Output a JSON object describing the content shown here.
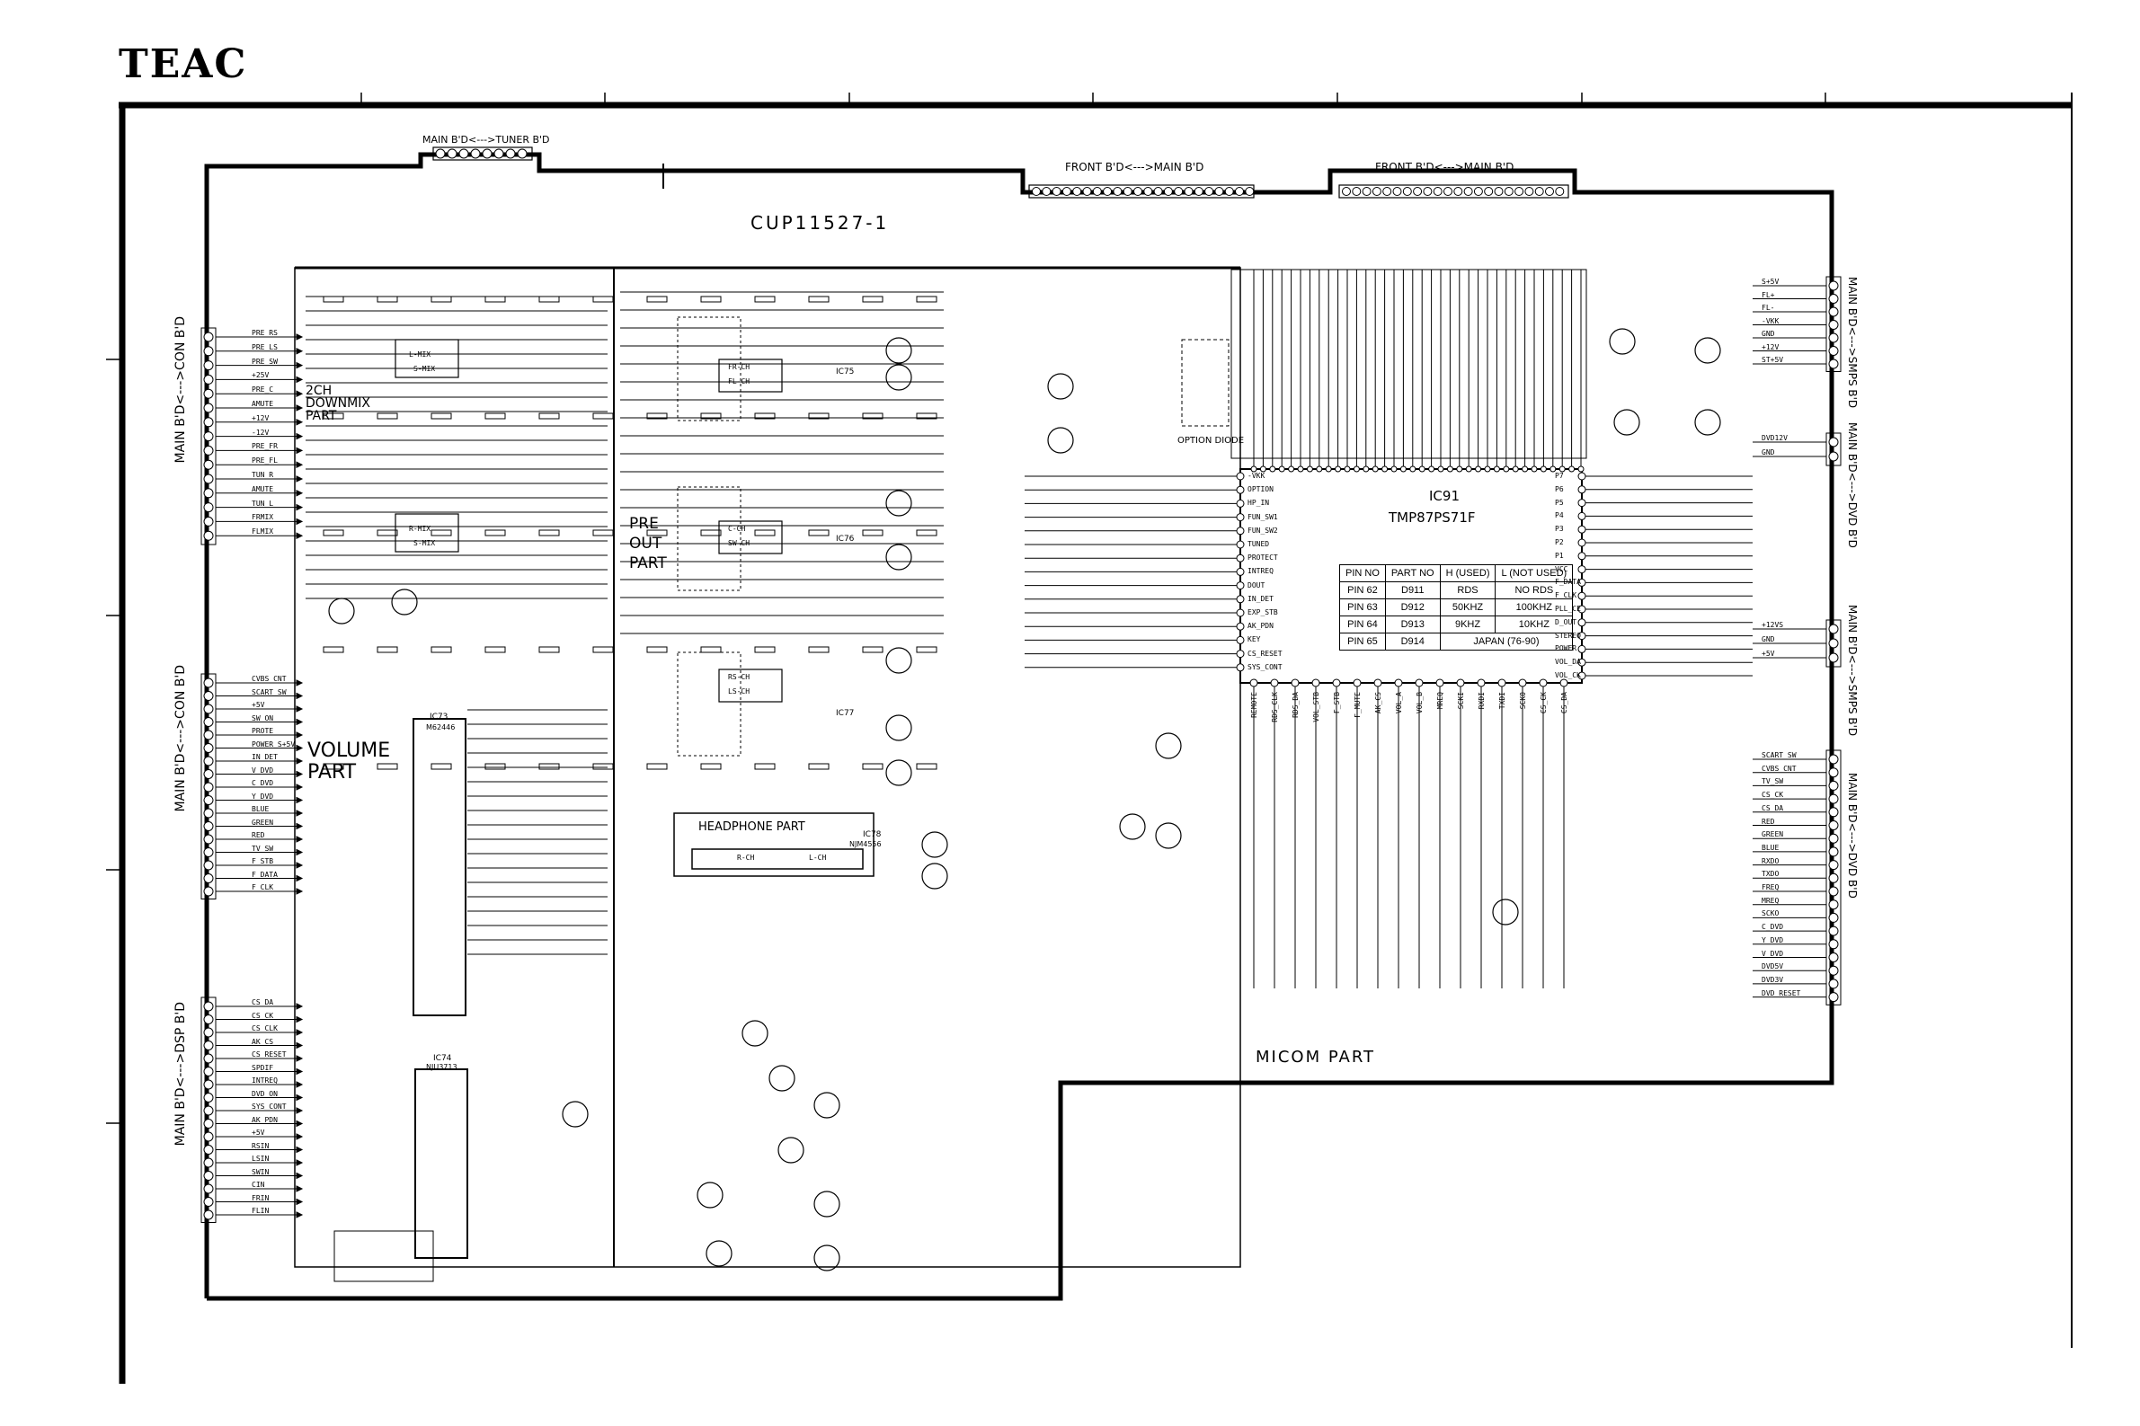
{
  "brand": "TEAC",
  "board_title": "CUP11527-1",
  "connectors": {
    "tuner": "MAIN B'D<--->TUNER B'D",
    "front1": "FRONT B'D<--->MAIN B'D",
    "front2": "FRONT B'D<--->MAIN B'D",
    "con1": "MAIN B'D<--->CON B'D",
    "con2": "MAIN B'D<--->CON B'D",
    "dsp": "MAIN B'D<--->DSP B'D",
    "smps1": "MAIN B'D<--->SMPS B'D",
    "dvd1": "MAIN B'D<--->DVD B'D",
    "smps2": "MAIN B'D<--->SMPS B'D",
    "dvd2": "MAIN B'D<--->DVD B'D"
  },
  "sections": {
    "downmix": "2CH DOWNMIX PART",
    "volume": "VOLUME PART",
    "preout": "PRE OUT PART",
    "headphone": "HEADPHONE PART",
    "micom": "MICOM PART",
    "option_diode": "OPTION DIODE"
  },
  "ics": {
    "ic91_ref": "IC91",
    "ic91_part": "TMP87PS71F",
    "ic73": "IC73",
    "ic74": "IC74",
    "ic74_part": "NJU3713",
    "ic78": "IC78",
    "ic78_part": "NJM4556",
    "ic75": "IC75",
    "ic76": "IC76",
    "ic77": "IC77"
  },
  "pin_table": {
    "headers": [
      "PIN NO",
      "PART NO",
      "H (USED)",
      "L (NOT USED)"
    ],
    "rows": [
      [
        "PIN 62",
        "D911",
        "RDS",
        "NO RDS"
      ],
      [
        "PIN 63",
        "D912",
        "50KHZ",
        "100KHZ"
      ],
      [
        "PIN 64",
        "D913",
        "9KHZ",
        "10KHZ"
      ],
      [
        "PIN 65",
        "D914",
        "JAPAN (76-90)",
        ""
      ]
    ]
  },
  "left_signals": {
    "con1": [
      "PRE_RS",
      "PRE_LS",
      "PRE_SW",
      "+25V",
      "PRE_C",
      "AMUTE",
      "+12V",
      "-12V",
      "PRE_FR",
      "PRE_FL",
      "TUN_R",
      "AMUTE",
      "TUN_L",
      "FRMIX",
      "FLMIX"
    ],
    "con2": [
      "CVBS_CNT",
      "SCART_SW",
      "+5V",
      "SW_ON",
      "PROTE",
      "POWER_S+5V",
      "IN_DET",
      "V_DVD",
      "C_DVD",
      "Y_DVD",
      "BLUE",
      "GREEN",
      "RED",
      "TV_SW",
      "F_STB",
      "F_DATA",
      "F_CLK"
    ],
    "dsp": [
      "CS_DA",
      "CS_CK",
      "CS_CLK",
      "AK_CS",
      "CS_RESET",
      "SPDIF",
      "INTREQ",
      "DVD_ON",
      "SYS_CONT",
      "AK_PDN",
      "+5V",
      "RSIN",
      "LSIN",
      "SWIN",
      "CIN",
      "FRIN",
      "FLIN"
    ]
  },
  "micom_pins_left": [
    "-VKK",
    "OPTION",
    "HP_IN",
    "FUN_SW1",
    "FUN_SW2",
    "TUNED",
    "PROTECT",
    "INTREQ",
    "DOUT",
    "IN_DET",
    "EXP_STB",
    "AK_PDN",
    "KEY",
    "CS_RESET",
    "SYS_CONT"
  ],
  "micom_pins_right": [
    "P7",
    "P6",
    "P5",
    "P4",
    "P3",
    "P2",
    "P1",
    "VCC",
    "F_DATA",
    "F_CLK",
    "PLL_CE",
    "D_OUT",
    "STEREO",
    "POWER",
    "VOL_DA",
    "VOL_CK"
  ],
  "micom_pins_bottom": [
    "REMOTE",
    "RDS_CLK",
    "RDS_DA",
    "VOL_STB",
    "F_STB",
    "F_MUTE",
    "AK_CS",
    "VOL_A",
    "VOL_B",
    "MREQ",
    "SCKI",
    "RXDI",
    "TXDI",
    "SCK0",
    "CS_CK",
    "CS_DA"
  ],
  "right_signals": {
    "smps1": [
      "S+5V",
      "FL+",
      "FL-",
      "-VKK",
      "GND",
      "+12V",
      "ST+5V"
    ],
    "dvd1": [
      "DVD12V",
      "GND"
    ],
    "smps2": [
      "+12VS",
      "GND",
      "+5V"
    ],
    "dvd2": [
      "SCART_SW",
      "CVBS_CNT",
      "TV_SW",
      "CS_CK",
      "CS_DA",
      "RED",
      "GREEN",
      "BLUE",
      "RXDO",
      "TXDO",
      "FREQ",
      "MREQ",
      "SCKO",
      "C_DVD",
      "Y_DVD",
      "V_DVD",
      "DVD5V",
      "DVD3V",
      "DVD_RESET"
    ]
  },
  "misc": {
    "ic73_part": "M62446",
    "mix_labels": [
      "L-MIX",
      "R-MIX",
      "S-MIX",
      "S-MIX"
    ],
    "preout_chips": [
      "FR-CH",
      "FL-CH",
      "C-CH",
      "SW-CH",
      "RS-CH",
      "LS-CH"
    ],
    "hp_chans": [
      "R-CH",
      "L-CH"
    ]
  }
}
